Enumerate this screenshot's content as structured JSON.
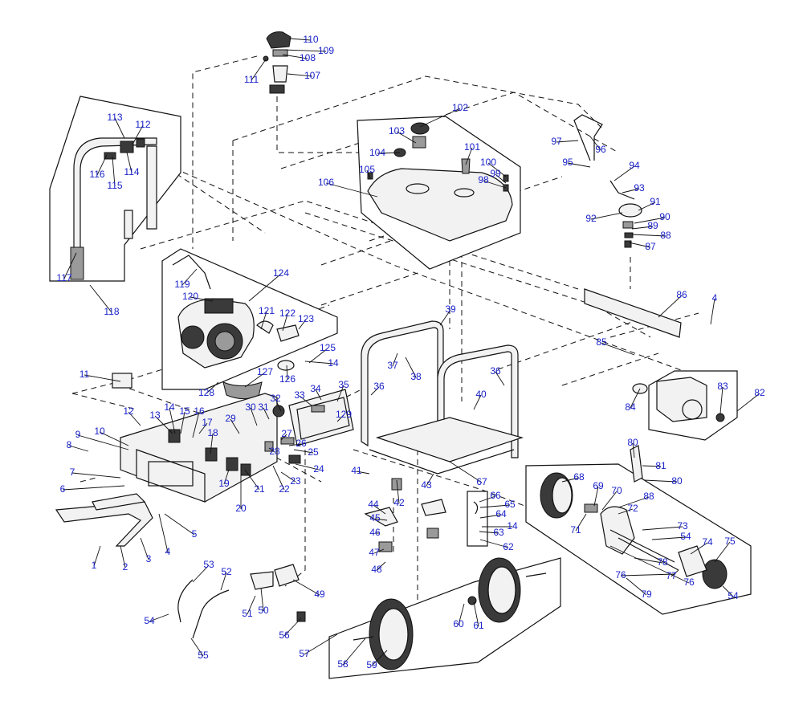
{
  "diagram": {
    "callouts": [
      "1",
      "2",
      "3",
      "4",
      "5",
      "6",
      "7",
      "8",
      "9",
      "10",
      "11",
      "12",
      "13",
      "14",
      "15",
      "16",
      "17",
      "18",
      "19",
      "20",
      "21",
      "22",
      "23",
      "24",
      "25",
      "26",
      "27",
      "28",
      "29",
      "30",
      "31",
      "32",
      "33",
      "34",
      "35",
      "36",
      "37",
      "38",
      "39",
      "40",
      "41",
      "42",
      "43",
      "44",
      "45",
      "46",
      "47",
      "48",
      "49",
      "50",
      "51",
      "52",
      "53",
      "54",
      "55",
      "56",
      "57",
      "58",
      "59",
      "60",
      "61",
      "62",
      "63",
      "64",
      "65",
      "66",
      "67",
      "68",
      "69",
      "70",
      "71",
      "72",
      "73",
      "74",
      "75",
      "76",
      "77",
      "78",
      "79",
      "80",
      "81",
      "82",
      "83",
      "84",
      "85",
      "86",
      "87",
      "88",
      "89",
      "90",
      "91",
      "92",
      "93",
      "94",
      "95",
      "96",
      "97",
      "98",
      "99",
      "100",
      "101",
      "102",
      "103",
      "104",
      "105",
      "106",
      "107",
      "108",
      "109",
      "110",
      "111",
      "112",
      "113",
      "114",
      "115",
      "116",
      "117",
      "118",
      "119",
      "120",
      "121",
      "122",
      "123",
      "124",
      "125",
      "126",
      "127",
      "128",
      "129"
    ]
  }
}
